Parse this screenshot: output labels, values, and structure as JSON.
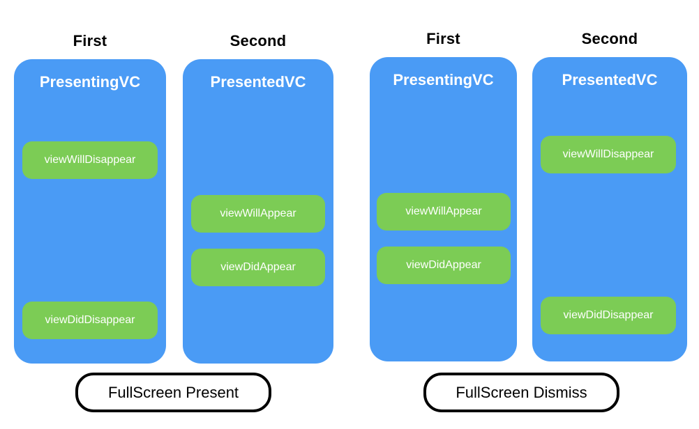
{
  "colors": {
    "card_blue": "#4a9bf5",
    "pill_green": "#7ccc55",
    "text_white": "#ffffff",
    "text_black": "#000000",
    "background": "#ffffff"
  },
  "groups": [
    {
      "caption": "FullScreen Present",
      "columns": [
        {
          "header": "First",
          "card_title": "PresentingVC",
          "pills": [
            {
              "label": "viewWillDisappear"
            },
            {
              "label": "viewDidDisappear"
            }
          ]
        },
        {
          "header": "Second",
          "card_title": "PresentedVC",
          "pills": [
            {
              "label": "viewWillAppear"
            },
            {
              "label": "viewDidAppear"
            }
          ]
        }
      ]
    },
    {
      "caption": "FullScreen Dismiss",
      "columns": [
        {
          "header": "First",
          "card_title": "PresentingVC",
          "pills": [
            {
              "label": "viewWillAppear"
            },
            {
              "label": "viewDidAppear"
            }
          ]
        },
        {
          "header": "Second",
          "card_title": "PresentedVC",
          "pills": [
            {
              "label": "viewWillDisappear"
            },
            {
              "label": "viewDidDisappear"
            }
          ]
        }
      ]
    }
  ]
}
